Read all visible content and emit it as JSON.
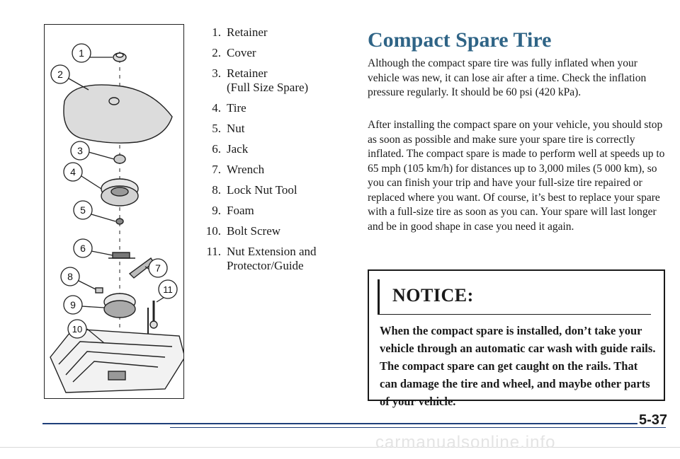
{
  "figure": {
    "callouts": [
      "1",
      "2",
      "3",
      "4",
      "5",
      "6",
      "7",
      "8",
      "9",
      "10",
      "11"
    ]
  },
  "parts_list": [
    {
      "num": "1.",
      "label": "Retainer"
    },
    {
      "num": "2.",
      "label": "Cover"
    },
    {
      "num": "3.",
      "label": "Retainer",
      "sub": "(Full Size Spare)"
    },
    {
      "num": "4.",
      "label": "Tire"
    },
    {
      "num": "5.",
      "label": "Nut"
    },
    {
      "num": "6.",
      "label": "Jack"
    },
    {
      "num": "7.",
      "label": "Wrench"
    },
    {
      "num": "8.",
      "label": "Lock Nut Tool"
    },
    {
      "num": "9.",
      "label": "Foam"
    },
    {
      "num": "10.",
      "label": "Bolt Screw"
    },
    {
      "num": "11.",
      "label": "Nut Extension and",
      "sub": "Protector/Guide"
    }
  ],
  "section": {
    "title": "Compact Spare Tire",
    "paragraph1": "Although the compact spare tire was fully inflated when your vehicle was new, it can lose air after a time. Check the inflation pressure regularly. It should be 60 psi (420 kPa).",
    "paragraph2": "After installing the compact spare on your vehicle, you should stop as soon as possible and make sure your spare tire is correctly inflated. The compact spare is made to perform well at speeds up to 65 mph (105 km/h) for distances up to 3,000 miles (5 000 km), so you can finish your trip and have your full-size tire repaired or replaced where you want. Of course, it’s best to replace your spare with a full-size tire as soon as you can. Your spare will last longer and be in good shape in case you need it again."
  },
  "notice": {
    "heading": "NOTICE:",
    "body": "When the compact spare is installed, don’t take your vehicle through an automatic car wash with guide rails. The compact spare can get caught on the rails. That can damage the tire and wheel, and maybe other parts of your vehicle."
  },
  "page_number": "5-37",
  "watermark": "carmanualsonline.info",
  "colors": {
    "title": "#2f6486",
    "rule": "#1f3f7a",
    "text": "#1a1a1a"
  }
}
